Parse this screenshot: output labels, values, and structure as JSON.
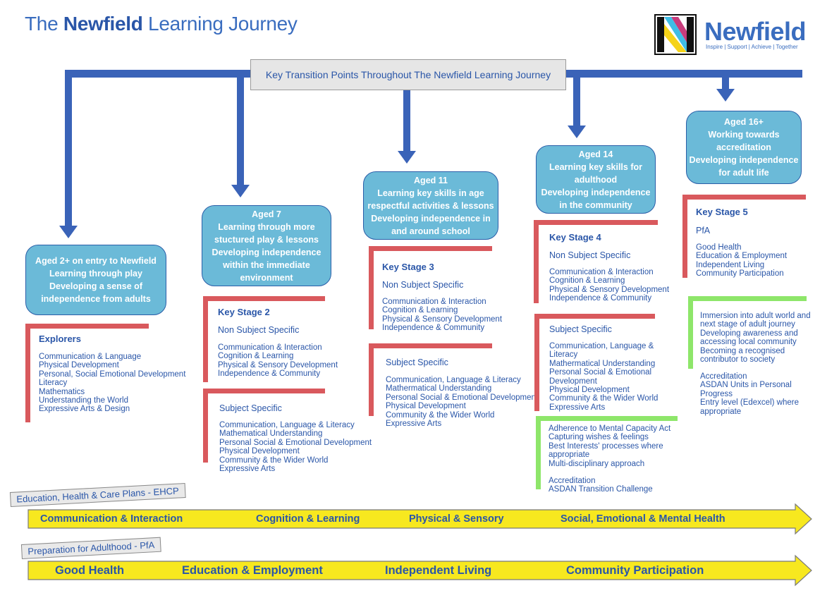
{
  "header": {
    "title_pre": "The ",
    "title_bold": "Newfield",
    "title_post": " Learning Journey"
  },
  "logo": {
    "name": "Newfield",
    "tagline": "Inspire | Support | Achieve | Together",
    "icon": "newfield-n-logo-icon"
  },
  "banner": "Key Transition Points Throughout The Newfield Learning Journey",
  "colors": {
    "bar_blue": "#3a63b8",
    "stage_box": "#6bbad8",
    "bracket_red": "#d9595d",
    "bracket_green": "#8ee66a",
    "arrow_yellow": "#f7e81f",
    "text_blue": "#2a56a8"
  },
  "stages": [
    {
      "lines": [
        "Aged 2+ on entry to Newfield",
        "Learning through play",
        "Developing a sense of",
        "independence from adults"
      ]
    },
    {
      "lines": [
        "Aged 7",
        "Learning through more",
        "stuctured play & lessons",
        "Developing independence",
        "within the immediate",
        "environment"
      ]
    },
    {
      "lines": [
        "Aged 11",
        "Learning key skills in age",
        "respectful activities & lessons",
        "Developing independence in",
        "and around school"
      ]
    },
    {
      "lines": [
        "Aged 14",
        "Learning key skills for",
        "adulthood",
        "Developing independence",
        "in the community"
      ]
    },
    {
      "lines": [
        "Aged  16+",
        "Working towards",
        "accreditation",
        "Developing independence",
        "for adult life"
      ]
    }
  ],
  "explorers": {
    "heading": "Explorers",
    "items": [
      "Communication & Language",
      "Physical Development",
      "Personal, Social Emotional Development",
      "Literacy",
      "Mathematics",
      "Understanding the World",
      "Expressive Arts & Design"
    ]
  },
  "ks2": {
    "heading": "Key Stage 2",
    "nonsubject_label": "Non Subject Specific",
    "nonsubject_items": [
      "Communication & Interaction",
      "Cognition & Learning",
      "Physical & Sensory Development",
      "Independence & Community"
    ],
    "subject_label": "Subject Specific",
    "subject_items": [
      "Communication, Language & Literacy",
      "Mathematical Understanding",
      "Personal Social & Emotional Development",
      "Physical Development",
      "Community & the Wider World",
      "Expressive Arts"
    ]
  },
  "ks3": {
    "heading": "Key Stage 3",
    "nonsubject_label": "Non Subject Specific",
    "nonsubject_items": [
      "Communication & Interaction",
      "Cognition & Learning",
      "Physical & Sensory Development",
      "Independence & Community"
    ],
    "subject_label": "Subject Specific",
    "subject_items": [
      "Communication, Language & Literacy",
      "Mathermatical Understanding",
      "Personal Social & Emotional Development",
      "Physical Development",
      "Community & the Wider World",
      "Expressive Arts"
    ]
  },
  "ks4": {
    "heading": "Key Stage 4",
    "nonsubject_label": "Non Subject Specific",
    "nonsubject_items": [
      "Communication & Interaction",
      "Cognition & Learning",
      "Physical & Sensory Development",
      "Independence & Community"
    ],
    "subject_label": "Subject Specific",
    "subject_items": [
      "Communication, Language &",
      "Literacy",
      "Mathermatical Understanding",
      "Personal Social & Emotional",
      "Development",
      "Physical Development",
      "Community & the Wider World",
      "Expressive Arts"
    ],
    "green_items": [
      "Adherence to Mental Capacity Act",
      "Capturing wishes & feelings",
      "Best Interests' processes where",
      "appropriate",
      "Multi-disciplinary approach"
    ],
    "green_items2": [
      "Accreditation",
      "ASDAN Transition Challenge"
    ]
  },
  "ks5": {
    "heading": "Key Stage 5",
    "pfa_label": "PfA",
    "pfa_items": [
      "Good Health",
      "Education & Employment",
      "Independent Living",
      "Community Participation"
    ],
    "green_items": [
      "Immersion into adult world and",
      "next stage of adult journey",
      "Developing awareness and",
      "accessing local community",
      "Becoming a recognised",
      "contributor to society"
    ],
    "green_items2": [
      "Accreditation",
      "ASDAN Units in Personal",
      "Progress",
      "Entry level (Edexcel) where",
      "appropriate"
    ]
  },
  "ehcp": {
    "label": "Education, Health & Care Plans - EHCP",
    "items": [
      "Communication & Interaction",
      "Cognition & Learning",
      "Physical & Sensory",
      "Social, Emotional & Mental Health"
    ]
  },
  "pfa": {
    "label": "Preparation for Adulthood - PfA",
    "items": [
      "Good Health",
      "Education & Employment",
      "Independent Living",
      "Community Participation"
    ]
  }
}
